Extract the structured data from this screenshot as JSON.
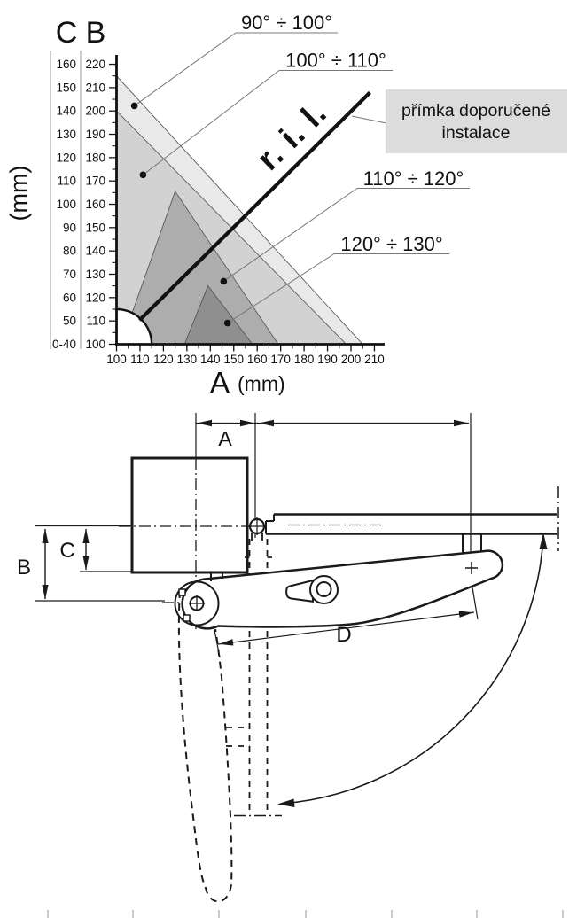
{
  "figure": {
    "description_top": "installation-range-chart",
    "description_bottom": "actuator-dimension-drawing"
  },
  "chart_data": {
    "type": "area",
    "title": "",
    "x_axis": {
      "label": "A",
      "unit": "(mm)",
      "ticks": [
        100,
        110,
        120,
        130,
        140,
        150,
        160,
        170,
        180,
        190,
        200,
        210
      ],
      "minor_step": 5,
      "range": [
        100,
        214
      ]
    },
    "y_axis": {
      "label": "B",
      "unit": "(mm)",
      "ticks": [
        220,
        210,
        200,
        190,
        180,
        170,
        160,
        150,
        140,
        130,
        120,
        110,
        100
      ],
      "minor_step": 5,
      "range": [
        100,
        224
      ]
    },
    "c_axis": {
      "label": "C",
      "tick_labels": [
        "160",
        "150",
        "140",
        "130",
        "120",
        "110",
        "100",
        "90",
        "80",
        "70",
        "60",
        "50",
        "0-40"
      ]
    },
    "regions": [
      {
        "label": "90° ÷ 100°",
        "color": "#e9e9e9",
        "points": [
          [
            100,
            215
          ],
          [
            100,
            100
          ],
          [
            205,
            100
          ]
        ]
      },
      {
        "label": "100° ÷ 110°",
        "color": "#d2d2d2",
        "points": [
          [
            100,
            200
          ],
          [
            100,
            100
          ],
          [
            198,
            100
          ]
        ]
      },
      {
        "label": "110° ÷ 120°",
        "color": "#adadad",
        "points": [
          [
            106.5,
            113
          ],
          [
            125,
            165.5
          ],
          [
            169,
            100
          ],
          [
            114.5,
            100
          ]
        ]
      },
      {
        "label": "120° ÷ 130°",
        "color": "#8f8f8f",
        "points": [
          [
            129,
            100
          ],
          [
            139,
            125
          ],
          [
            158,
            100
          ]
        ]
      }
    ],
    "origin_cutout": {
      "center": [
        100,
        100
      ],
      "radius": 15
    },
    "recommended_line": {
      "label": "r. i. l.",
      "from": [
        109.8,
        110.3
      ],
      "to": [
        208.1,
        207.9
      ]
    },
    "callouts": [
      {
        "label": "90° ÷ 100°",
        "dot": [
          107.6,
          202.2
        ]
      },
      {
        "label": "100° ÷ 110°",
        "dot": [
          111.3,
          172.6
        ]
      },
      {
        "label": "110° ÷ 120°",
        "dot": [
          145.7,
          127.0
        ]
      },
      {
        "label": "120° ÷ 130°",
        "dot": [
          147.3,
          109.1
        ]
      }
    ],
    "note_box": {
      "text_lines": [
        "přímka doporučené",
        "instalace"
      ],
      "bg": "#dcdcdc"
    }
  },
  "drawing": {
    "labels": {
      "a": "A",
      "b": "B",
      "c": "C",
      "d": "D"
    }
  },
  "colors": {
    "ink": "#111111",
    "leader": "#777777",
    "note_bg": "#dcdcdc"
  }
}
